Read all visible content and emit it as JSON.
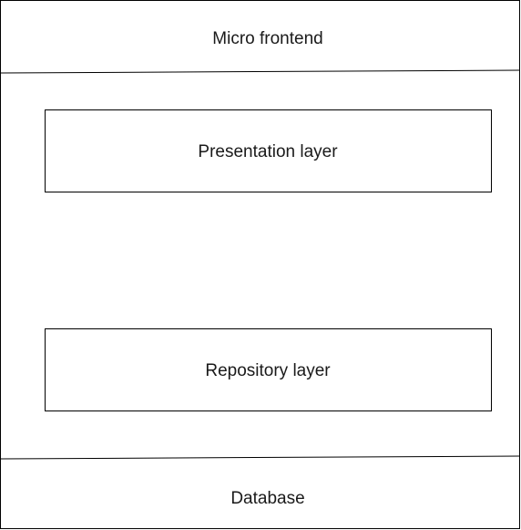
{
  "diagram": {
    "top_section": {
      "label": "Micro frontend"
    },
    "presentation": {
      "label": "Presentation layer"
    },
    "repository": {
      "label": "Repository layer"
    },
    "bottom_section": {
      "label": "Database"
    }
  }
}
